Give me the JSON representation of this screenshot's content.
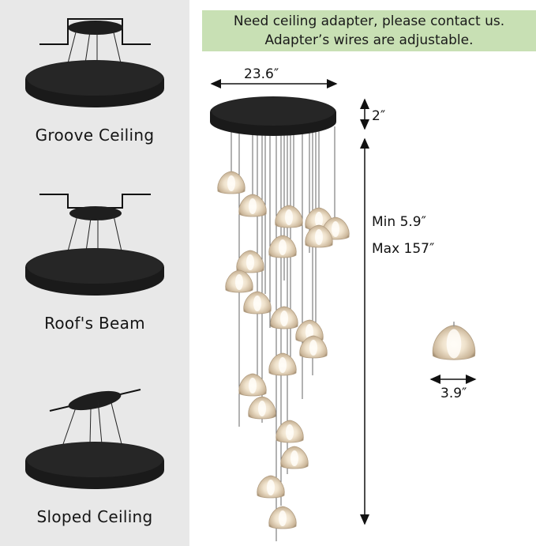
{
  "banner": {
    "line1": "Need ceiling adapter, please contact us.",
    "line2": "Adapter’s wires are adjustable."
  },
  "mount_types": [
    {
      "label": "Groove Ceiling",
      "icon": "groove-ceiling-diagram"
    },
    {
      "label": "Roof's Beam",
      "icon": "roofs-beam-diagram"
    },
    {
      "label": "Sloped Ceiling",
      "icon": "sloped-ceiling-diagram"
    }
  ],
  "dimensions": {
    "canopy_diameter": "23.6″",
    "canopy_height": "2″",
    "drop_min": "Min 5.9″",
    "drop_max": "Max 157″",
    "shade_width": "3.9″"
  },
  "colors": {
    "left_panel_bg": "#e8e8e8",
    "banner_bg": "#c8e0b4",
    "canopy": "#1c1c1c",
    "shade_glass": "#e6d8c4"
  }
}
